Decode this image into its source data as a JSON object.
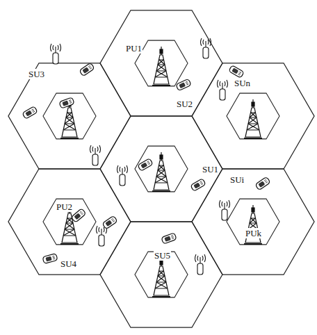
{
  "diagram": {
    "labels": [
      "PU1",
      "SU2",
      "SUn",
      "SU3",
      "SU1",
      "SUi",
      "PU2",
      "PUk",
      "SU4",
      "SU5"
    ]
  }
}
